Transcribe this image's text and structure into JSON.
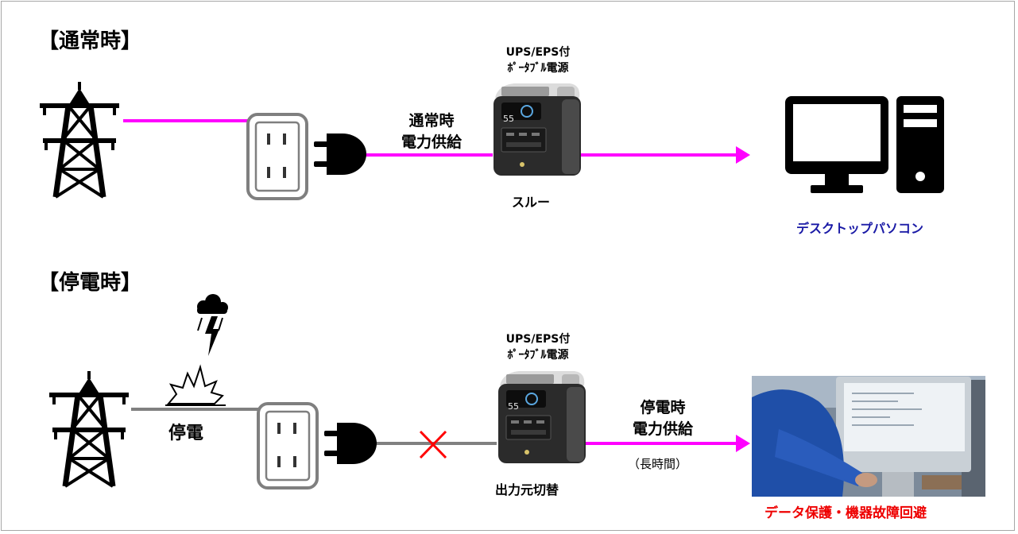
{
  "normal": {
    "heading": "【通常時】",
    "device_label_line1": "UPS/EPS付",
    "device_label_line2": "ﾎﾟｰﾀﾌﾞﾙ電源",
    "supply_line1": "通常時",
    "supply_line2": "電力供給",
    "passthrough": "スルー",
    "pc_label": "デスクトップパソコン",
    "device_display": "55"
  },
  "outage": {
    "heading": "【停電時】",
    "outage_label": "停電",
    "device_label_line1": "UPS/EPS付",
    "device_label_line2": "ﾎﾟｰﾀﾌﾞﾙ電源",
    "switch_label": "出力元切替",
    "supply_line1": "停電時",
    "supply_line2": "電力供給",
    "duration": "（長時間）",
    "result": "データ保護・機器故障回避",
    "device_display": "55"
  },
  "colors": {
    "power_line": "#ff00ff",
    "dead_line": "#808080",
    "cut_mark": "#ff0000",
    "pc_label": "#1a1aa6",
    "result": "#ee0000"
  }
}
